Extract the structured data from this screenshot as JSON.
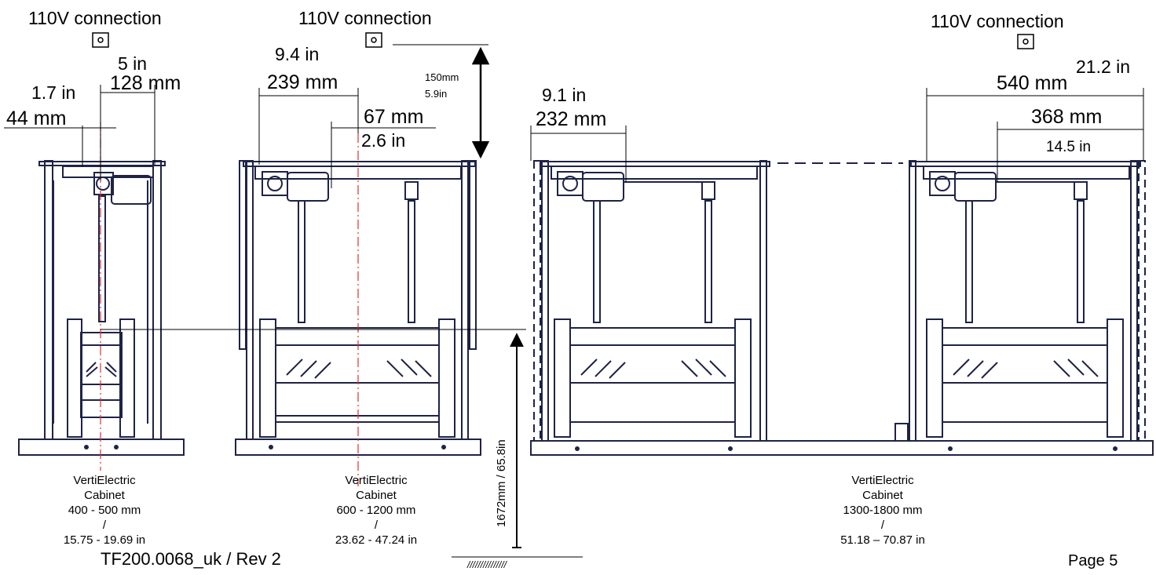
{
  "connections": {
    "left": "110V connection",
    "mid": "110V connection",
    "right": "110V connection"
  },
  "dims": {
    "a_in": "5 in",
    "a_mm": "128 mm",
    "b_in": "1.7 in",
    "b_mm": "44 mm",
    "c_in": "9.4 in",
    "c_mm": "239 mm",
    "d_mm": "67 mm",
    "d_in": "2.6 in",
    "e_mm": "150mm",
    "e_in": "5.9in",
    "f_in": "9.1 in",
    "f_mm": "232 mm",
    "g_in": "21.2 in",
    "g_mm": "540 mm",
    "h_mm": "368 mm",
    "h_in": "14.5 in",
    "height": "1672mm / 65.8in"
  },
  "cabinets": [
    {
      "name": "VertiElectric",
      "type": "Cabinet",
      "mm": "400 - 500 mm",
      "sep": "/",
      "inch": "15.75 - 19.69 in"
    },
    {
      "name": "VertiElectric",
      "type": "Cabinet",
      "mm": "600 - 1200 mm",
      "sep": "/",
      "inch": "23.62 - 47.24 in"
    },
    {
      "name": "VertiElectric",
      "type": "Cabinet",
      "mm": "1300-1800 mm",
      "sep": "/",
      "inch": "51.18 – 70.87 in"
    }
  ],
  "footer": {
    "doc": "TF200.0068_uk / Rev 2",
    "page": "Page 5",
    "floor": "///////////////"
  },
  "colors": {
    "line": "#1e2346",
    "centerline": "#e03030"
  }
}
